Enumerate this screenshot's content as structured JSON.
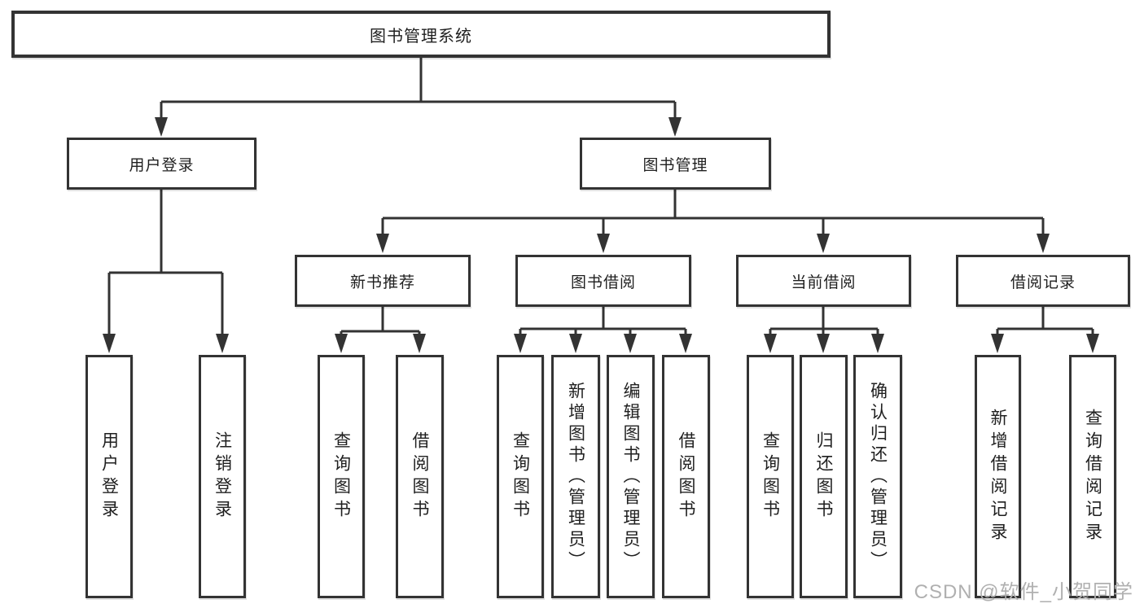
{
  "colors": {
    "background": "#ffffff",
    "line": "#333333",
    "box_border": "#333333",
    "text": "#1f1f1f",
    "watermark": "#b0b0b0"
  },
  "tree": {
    "root": {
      "label": "图书管理系统"
    },
    "children": [
      {
        "label": "用户登录",
        "leaves": [
          "用户登录",
          "注销登录"
        ]
      },
      {
        "label": "图书管理",
        "children": [
          {
            "label": "新书推荐",
            "leaves": [
              "查询图书",
              "借阅图书"
            ]
          },
          {
            "label": "图书借阅",
            "leaves": [
              "查询图书",
              "新增图书（管理员）",
              "编辑图书（管理员）",
              "借阅图书"
            ]
          },
          {
            "label": "当前借阅",
            "leaves": [
              "查询图书",
              "归还图书",
              "确认归还（管理员）"
            ]
          },
          {
            "label": "借阅记录",
            "leaves": [
              "新增借阅记录",
              "查询借阅记录"
            ]
          }
        ]
      }
    ]
  },
  "watermark": {
    "text": "CSDN @软件_小贺同学"
  }
}
